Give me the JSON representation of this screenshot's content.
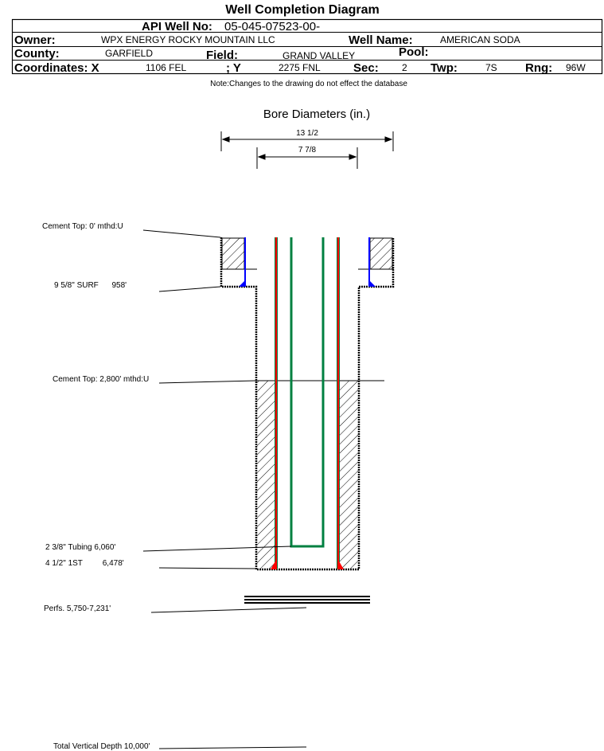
{
  "title": "Well Completion Diagram",
  "header": {
    "api_label": "API Well No:",
    "api_value": "05-045-07523-00-",
    "owner_label": "Owner:",
    "owner_value": "WPX ENERGY ROCKY MOUNTAIN LLC",
    "well_name_label": "Well Name:",
    "well_name_value": "AMERICAN SODA",
    "county_label": "County:",
    "county_value": "GARFIELD",
    "field_label": "Field:",
    "field_value": "GRAND VALLEY",
    "pool_label": "Pool:",
    "coord_x_label": "Coordinates: X",
    "coord_x_value": "1106 FEL",
    "coord_y_label": "; Y",
    "coord_y_value": "2275 FNL",
    "sec_label": "Sec:",
    "sec_value": "2",
    "twp_label": "Twp:",
    "twp_value": "7S",
    "rng_label": "Rng:",
    "rng_value": "96W"
  },
  "note": "Note:Changes to the drawing do not effect the database",
  "diagram": {
    "bore_title": "Bore Diameters (in.)",
    "dim_outer": "13 1/2",
    "dim_inner": "7 7/8",
    "labels": {
      "cement_top_surface": "Cement Top: 0' mthd:U",
      "surface_casing": "9 5/8\" SURF      958'",
      "cement_top_production": "Cement Top: 2,800' mthd:U",
      "tubing": "2 3/8\" Tubing 6,060'",
      "production_casing": "4 1/2\" 1ST         6,478'",
      "perfs": "Perfs. 5,750-7,231'",
      "tvd": "Total Vertical Depth 10,000'"
    },
    "colors": {
      "casing": "#ff0000",
      "tubing": "#008040",
      "surface_casing": "#0000ff"
    }
  }
}
